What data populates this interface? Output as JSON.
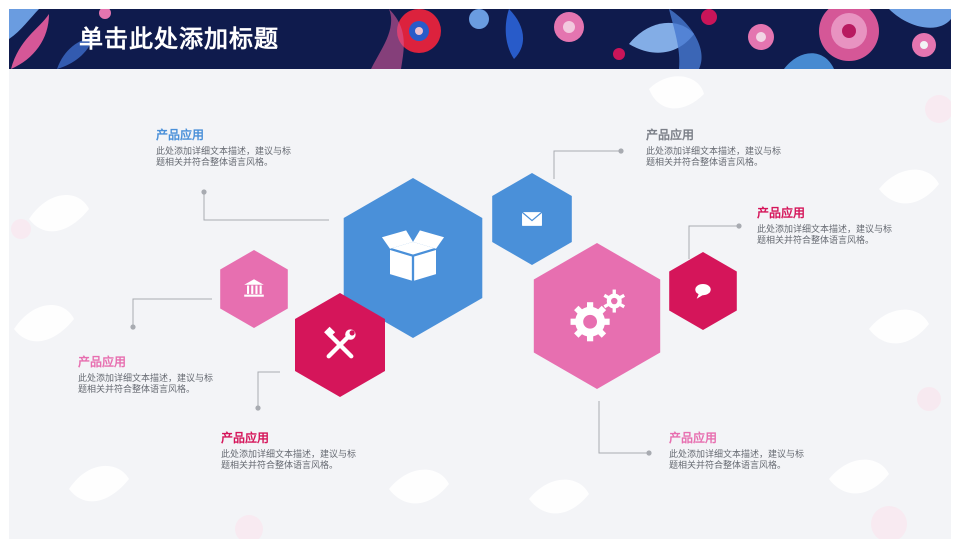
{
  "slide": {
    "title": "单击此处添加标题"
  },
  "colors": {
    "header_bg": "#0f1b4d",
    "slide_bg": "#f3f4f7",
    "blue": "#4a90d9",
    "pink": "#e76fb0",
    "crimson": "#d5155a",
    "gray_title": "#7b7f88",
    "connector": "#a8abb1"
  },
  "items": [
    {
      "title": "产品应用",
      "desc": "此处添加详细文本描述，建议与标题相关并符合整体语言风格。",
      "color": "#4a90d9"
    },
    {
      "title": "产品应用",
      "desc": "此处添加详细文本描述，建议与标题相关并符合整体语言风格。",
      "color": "#7b7f88"
    },
    {
      "title": "产品应用",
      "desc": "此处添加详细文本描述，建议与标题相关并符合整体语言风格。",
      "color": "#d5155a"
    },
    {
      "title": "产品应用",
      "desc": "此处添加详细文本描述，建议与标题相关并符合整体语言风格。",
      "color": "#e76fb0"
    },
    {
      "title": "产品应用",
      "desc": "此处添加详细文本描述，建议与标题相关并符合整体语言风格。",
      "color": "#d5155a"
    },
    {
      "title": "产品应用",
      "desc": "此处添加详细文本描述，建议与标题相关并符合整体语言风格。",
      "color": "#e76fb0"
    }
  ],
  "hexagons": [
    {
      "icon": "package-icon",
      "color": "#4a90d9"
    },
    {
      "icon": "envelope-icon",
      "color": "#4a90d9"
    },
    {
      "icon": "gears-icon",
      "color": "#e76fb0"
    },
    {
      "icon": "chat-bubble-icon",
      "color": "#d5155a"
    },
    {
      "icon": "bank-icon",
      "color": "#e76fb0"
    },
    {
      "icon": "tools-icon",
      "color": "#d5155a"
    }
  ]
}
